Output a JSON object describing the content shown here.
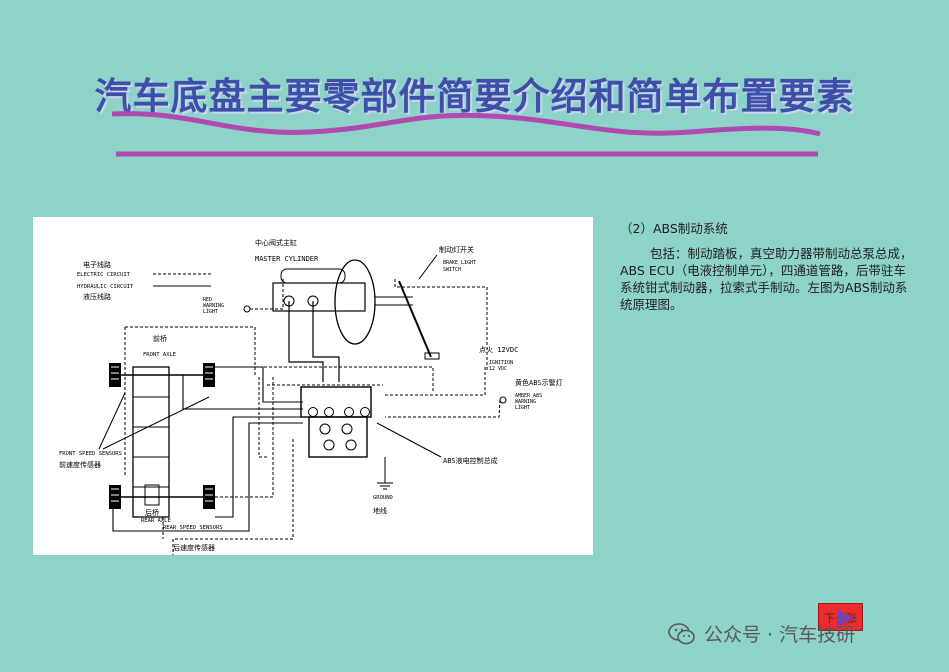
{
  "slide": {
    "title": "汽车底盘主要零部件简要介绍和简单布置要素",
    "section_heading": "（2）ABS制动系统",
    "description": "包括：制动踏板，真空助力器带制动总泵总成，ABS ECU（电液控制单元），四通道管路，后带驻车系统钳式制动器，拉索式手制动。左图为ABS制动系统原理图。",
    "next_button_label": "下一张",
    "watermark": "公众号 · 汽车技研"
  },
  "diagram": {
    "master_cylinder_cn": "中心阀式主缸",
    "master_cylinder_en": "MASTER CYLINDER",
    "brake_light_cn": "制动灯开关",
    "brake_light_en_1": "BRAKE LIGHT",
    "brake_light_en_2": "SWITCH",
    "legend_electric_cn": "电子线路",
    "legend_electric_en": "ELECTRIC CIRCUIT",
    "legend_hydraulic_en": "HYDRAULIC CIRCUIT",
    "legend_hydraulic_cn": "液压线路",
    "red_light_1": "RED",
    "red_light_2": "WARNING",
    "red_light_3": "LIGHT",
    "front_axle_cn": "前桥",
    "front_axle_en": "FRONT AXLE",
    "ignition_cn": "点火 12VDC",
    "ignition_en_1": "IGNITION",
    "ignition_en_2": "12 VDC",
    "amber_cn": "黄色ABS示警灯",
    "amber_en_1": "AMBER ABS",
    "amber_en_2": "WARNING",
    "amber_en_3": "LIGHT",
    "front_sensors_en": "FRONT SPEED SENSORS",
    "front_sensors_cn": "前速度传感器",
    "abs_unit_cn": "ABS液电控制总成",
    "ground_en": "GROUND",
    "ground_cn": "地线",
    "rear_axle_cn": "后桥",
    "rear_axle_en": "REAR AXLE",
    "rear_sensors_en": "REAR SPEED SENSORS",
    "rear_sensors_cn": "后速度传感器"
  },
  "colors": {
    "background": "#8ed3c7",
    "title": "#3e4fa8",
    "wave": "#b04ab0",
    "button": "#ec2b2b"
  }
}
